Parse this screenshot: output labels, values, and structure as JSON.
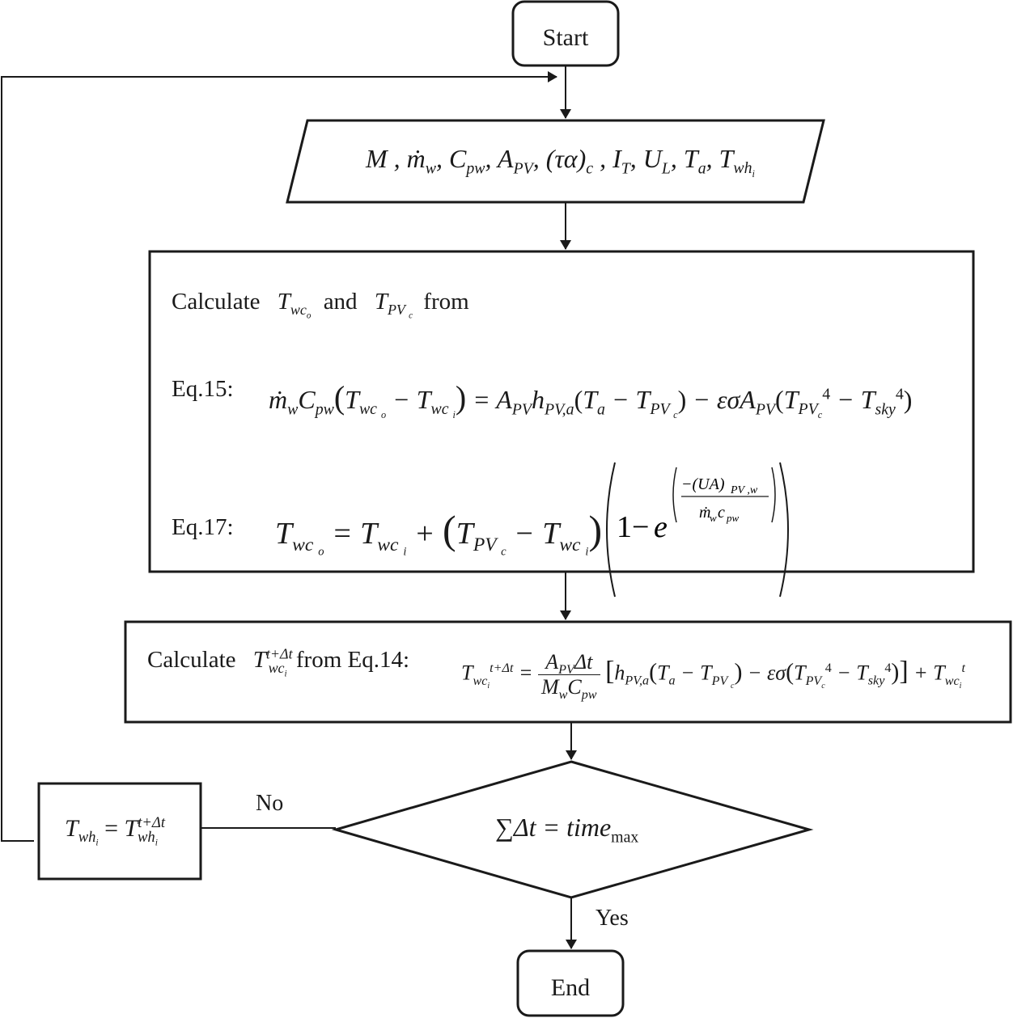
{
  "nodes": {
    "start": "Start",
    "end": "End",
    "input": {
      "M": "M",
      "mw": "ṁ",
      "mw_sub": "w",
      "C": "C",
      "C_sub": "pw",
      "A": "A",
      "A_sub": "PV",
      "tau_alpha": "(τα)",
      "tau_alpha_sub": "c",
      "I": "I",
      "I_sub": "T",
      "U": "U",
      "U_sub": "L",
      "Ta": "T",
      "Ta_sub": "a",
      "Twh": "T",
      "Twh_sub": "wh",
      "Twh_subsub": "i"
    },
    "process1": {
      "calculate": "Calculate",
      "and": "and",
      "from": "from",
      "eq15_label": "Eq.15:",
      "eq17_label": "Eq.17:"
    },
    "process2": {
      "calculate": "Calculate",
      "from_eq": "from Eq.14:"
    },
    "decision": {
      "sum": "∑Δt = time",
      "sum_sub": "max"
    },
    "update": {
      "lhs": "T",
      "lhs_sub": "wh",
      "eq": "=",
      "rhs": "T",
      "rhs_sup": "t+Δt",
      "rhs_sub": "wh"
    }
  },
  "edges": {
    "no_label": "No",
    "yes_label": "Yes"
  }
}
